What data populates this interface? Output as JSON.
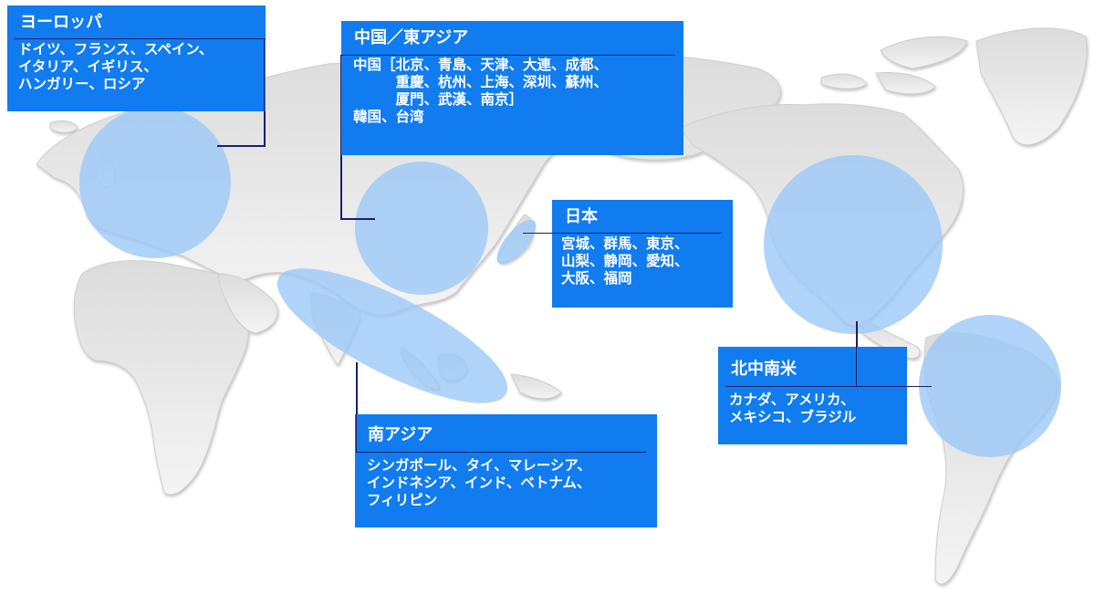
{
  "colors": {
    "box_fill": "#107cf0",
    "box_text": "#ffffff",
    "connector_line": "#1b1f6a",
    "region_highlight": "#9cc8f7",
    "land": "#e6e6e6",
    "land_edge": "#c9c9c9",
    "background": "#ffffff"
  },
  "regions": [
    {
      "id": "europe",
      "title": "ヨーロッパ",
      "lines": [
        "ドイツ、フランス、スペイン、",
        "イタリア、イギリス、",
        "ハンガリー、ロシア"
      ]
    },
    {
      "id": "china-east-asia",
      "title": "中国／東アジア",
      "lines": [
        "中国［北京、青島、天津、大連、成都、",
        "　　　重慶、杭州、上海、深圳、蘇州、",
        "　　　厦門、武漢、南京］",
        "韓国、台湾"
      ]
    },
    {
      "id": "japan",
      "title": "日本",
      "lines": [
        "宮城、群馬、東京、",
        "山梨、静岡、愛知、",
        "大阪、福岡"
      ]
    },
    {
      "id": "south-asia",
      "title": "南アジア",
      "lines": [
        "シンガポール、タイ、マレーシア、",
        "インドネシア、インド、ベトナム、",
        "フィリピン"
      ]
    },
    {
      "id": "americas",
      "title": "北中南米",
      "lines": [
        "カナダ、アメリカ、",
        "メキシコ、ブラジル"
      ]
    }
  ],
  "text": {
    "europe_title": "ヨーロッパ",
    "europe_body": "ドイツ、フランス、スペイン、\nイタリア、イギリス、\nハンガリー、ロシア",
    "china_title": "中国／東アジア",
    "china_body": "中国［北京、青島、天津、大連、成都、\n　　　重慶、杭州、上海、深圳、蘇州、\n　　　厦門、武漢、南京］\n韓国、台湾",
    "japan_title": "日本",
    "japan_body": "宮城、群馬、東京、\n山梨、静岡、愛知、\n大阪、福岡",
    "sasia_title": "南アジア",
    "sasia_body": "シンガポール、タイ、マレーシア、\nインドネシア、インド、ベトナム、\nフィリピン",
    "americas_title": "北中南米",
    "americas_body": "カナダ、アメリカ、\nメキシコ、ブラジル"
  }
}
